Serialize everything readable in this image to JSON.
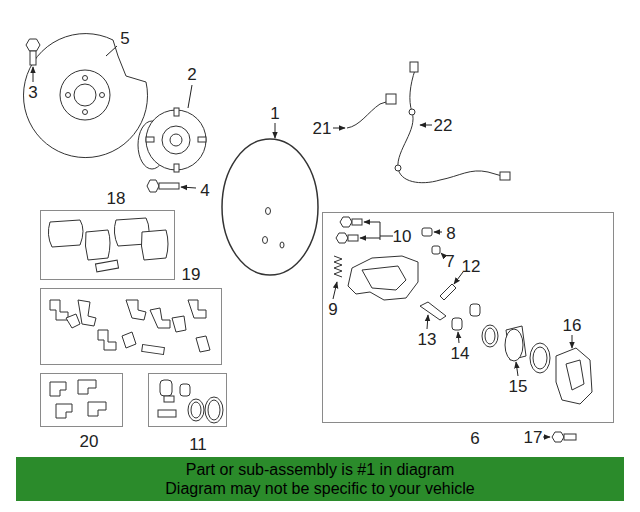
{
  "diagram": {
    "nodes": [
      {
        "text": [
          "18"
        ]
      },
      {
        "text": [
          "6"
        ]
      },
      {
        "text": [
          "19"
        ]
      },
      {
        "text": [
          "20"
        ]
      },
      {
        "text": [
          "11"
        ]
      },
      {
        "text": [
          "Part or sub-assembly is #1 in diagram",
          "Diagram may not be specific to your vehicle"
        ]
      }
    ],
    "labels": [
      "1",
      "2",
      "3",
      "4",
      "5",
      "7",
      "8",
      "9",
      "10",
      "12",
      "13",
      "14",
      "15",
      "16",
      "17",
      "21",
      "22"
    ]
  }
}
